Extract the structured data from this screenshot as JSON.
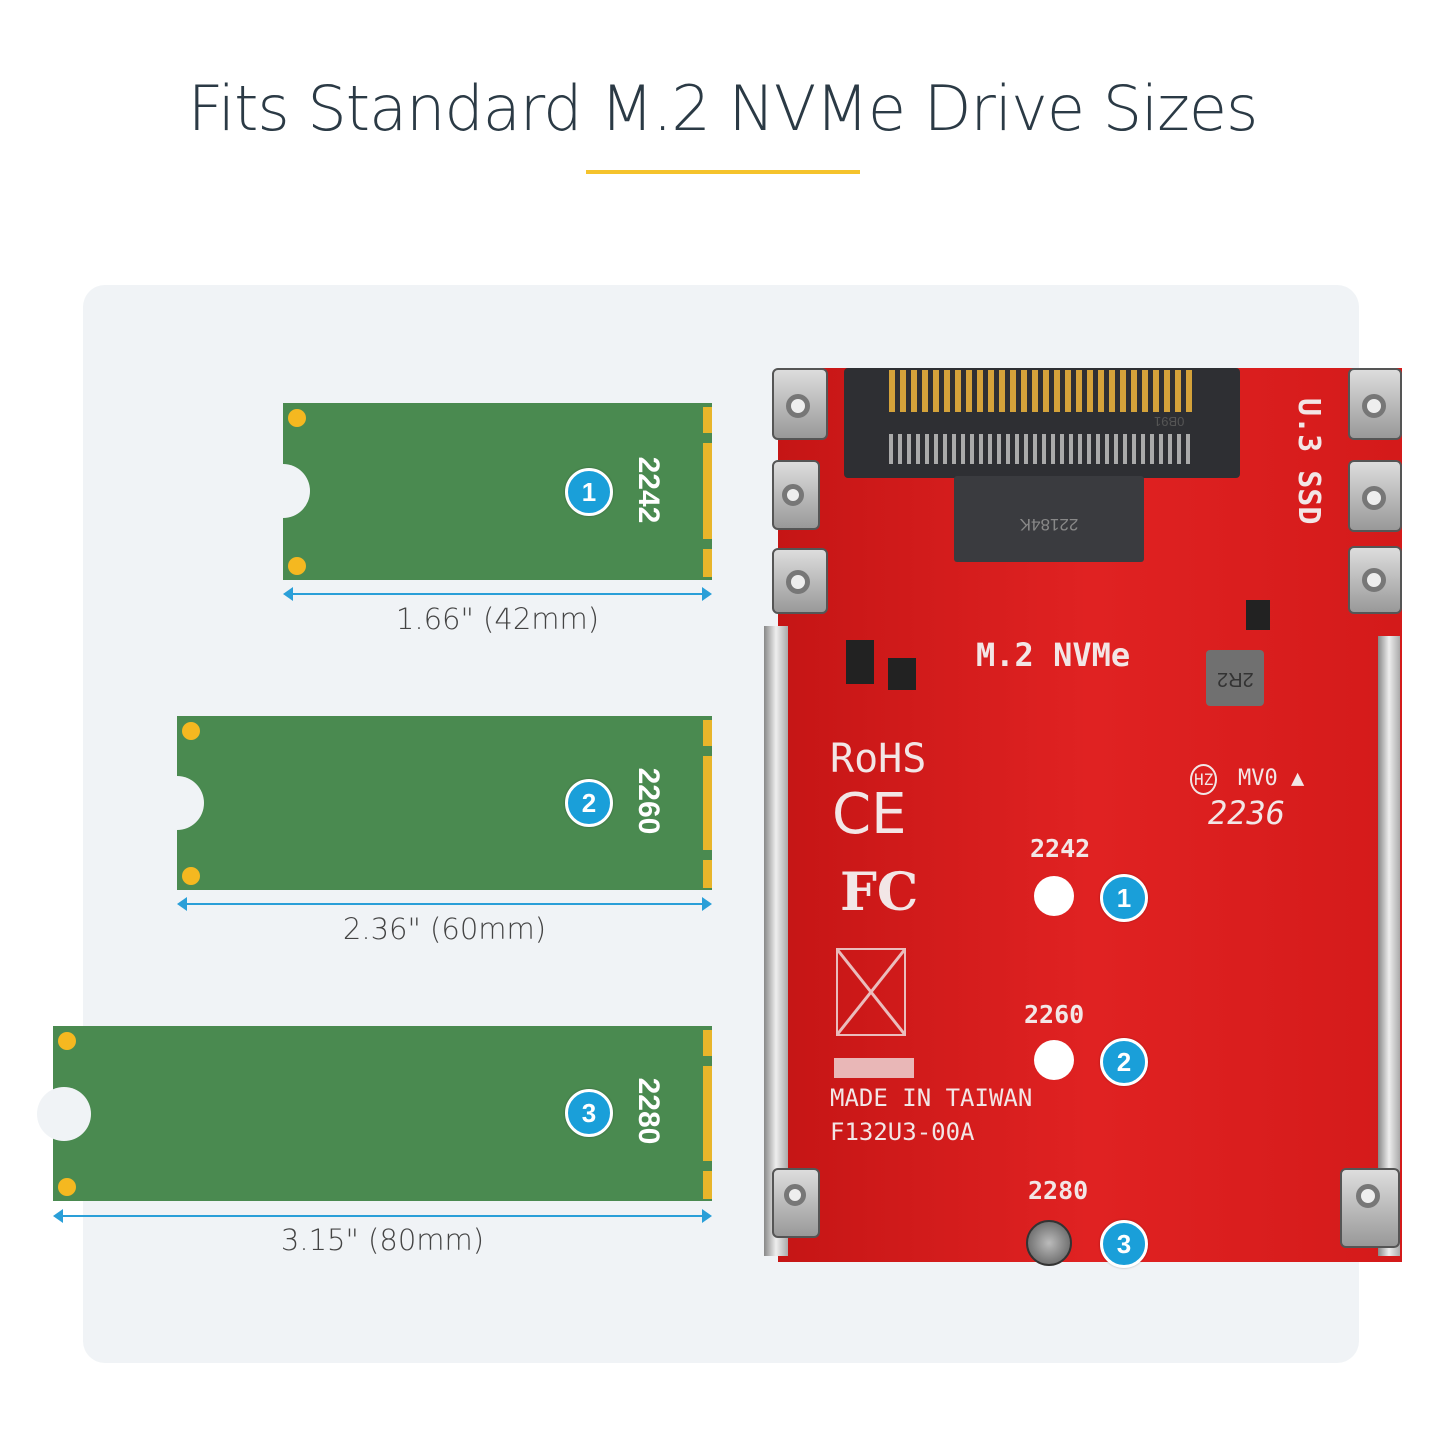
{
  "title": "Fits Standard M.2 NVMe Drive Sizes",
  "colors": {
    "accent_line": "#f5c32c",
    "card_green": "#4a8a50",
    "badge_blue": "#1a9fd9",
    "pcb_red": "#d81e1e",
    "arrow_blue": "#2a9fd8"
  },
  "drives": [
    {
      "badge": "1",
      "size_code": "2242",
      "dimension": "1.66\" (42mm)"
    },
    {
      "badge": "2",
      "size_code": "2260",
      "dimension": "2.36\" (60mm)"
    },
    {
      "badge": "3",
      "size_code": "2280",
      "dimension": "3.15\" (80mm)"
    }
  ],
  "board": {
    "side_label": "U.3 SSD",
    "slot_label": "M.2 NVMe",
    "connector_marking": "22184K",
    "connector_code": "0B91",
    "inductor": "2R2",
    "rohs": "RoHS",
    "ce": "CE",
    "fc": "FC",
    "hz_mark": "HZ",
    "rev": "MV0 ▲",
    "date_code": "2236",
    "origin": "MADE IN TAIWAN",
    "model": "F132U3-00A",
    "mounts": [
      {
        "label": "2242",
        "badge": "1"
      },
      {
        "label": "2260",
        "badge": "2"
      },
      {
        "label": "2280",
        "badge": "3"
      }
    ]
  }
}
